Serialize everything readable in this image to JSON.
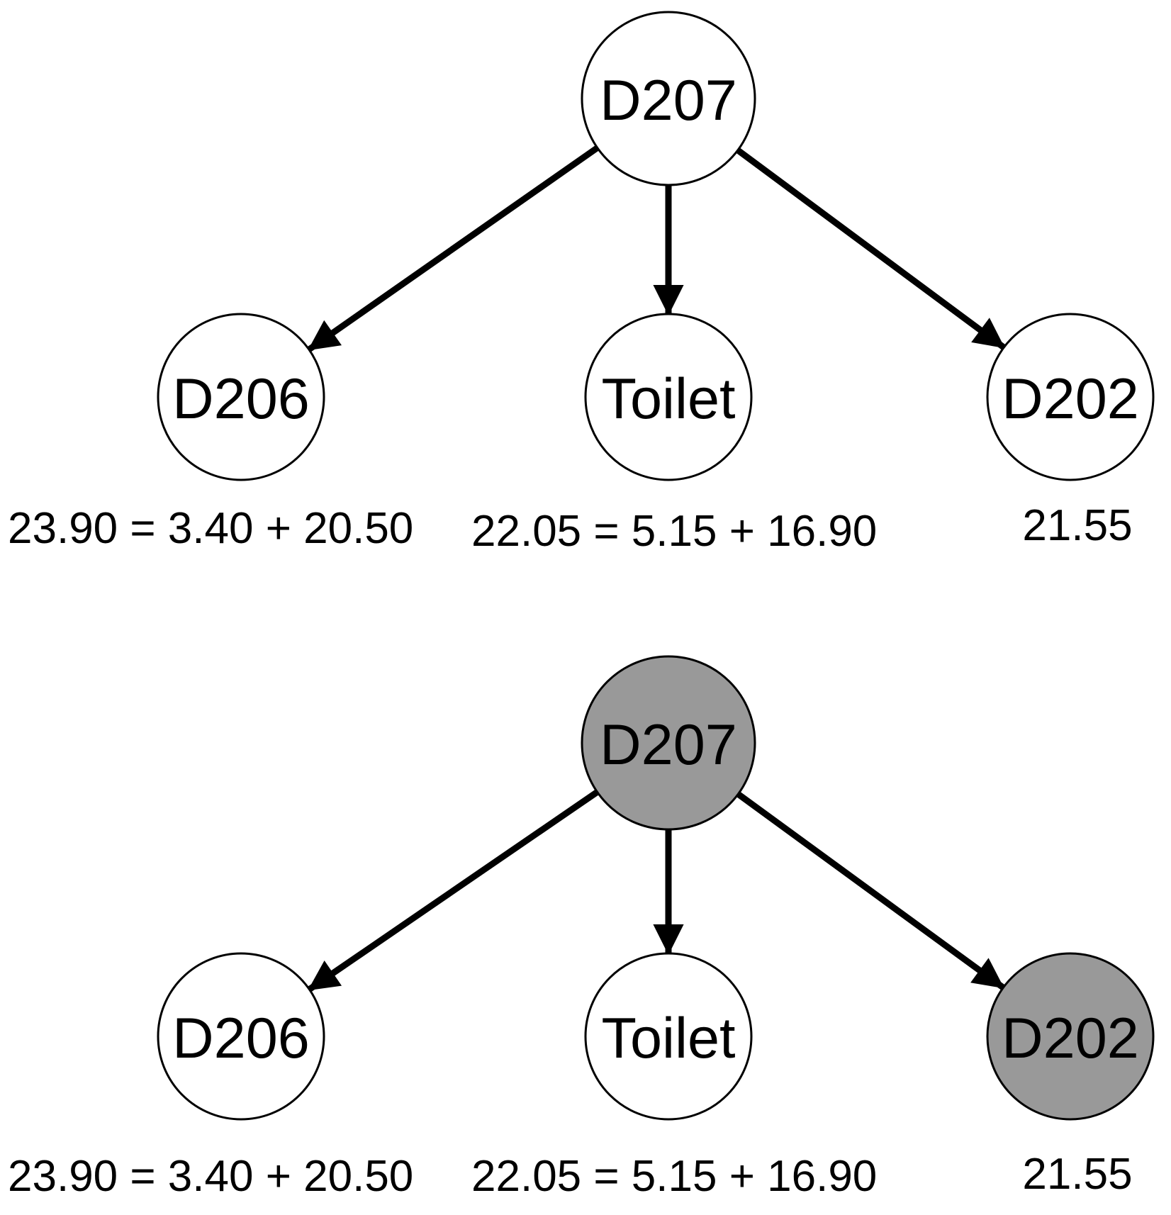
{
  "colors": {
    "background": "#ffffff",
    "node_fill_default": "#ffffff",
    "node_fill_highlighted": "#999999",
    "stroke": "#000000",
    "text": "#000000"
  },
  "diagrams": [
    {
      "id": "top",
      "root": {
        "label": "D207",
        "highlighted": false
      },
      "children": [
        {
          "label": "D206",
          "highlighted": false,
          "annotation": "23.90 = 3.40 + 20.50"
        },
        {
          "label": "Toilet",
          "highlighted": false,
          "annotation": "22.05 = 5.15 + 16.90"
        },
        {
          "label": "D202",
          "highlighted": false,
          "annotation": "21.55"
        }
      ]
    },
    {
      "id": "bottom",
      "root": {
        "label": "D207",
        "highlighted": true
      },
      "children": [
        {
          "label": "D206",
          "highlighted": false,
          "annotation": "23.90 = 3.40 + 20.50"
        },
        {
          "label": "Toilet",
          "highlighted": false,
          "annotation": "22.05 = 5.15 + 16.90"
        },
        {
          "label": "D202",
          "highlighted": true,
          "annotation": "21.55"
        }
      ]
    }
  ]
}
